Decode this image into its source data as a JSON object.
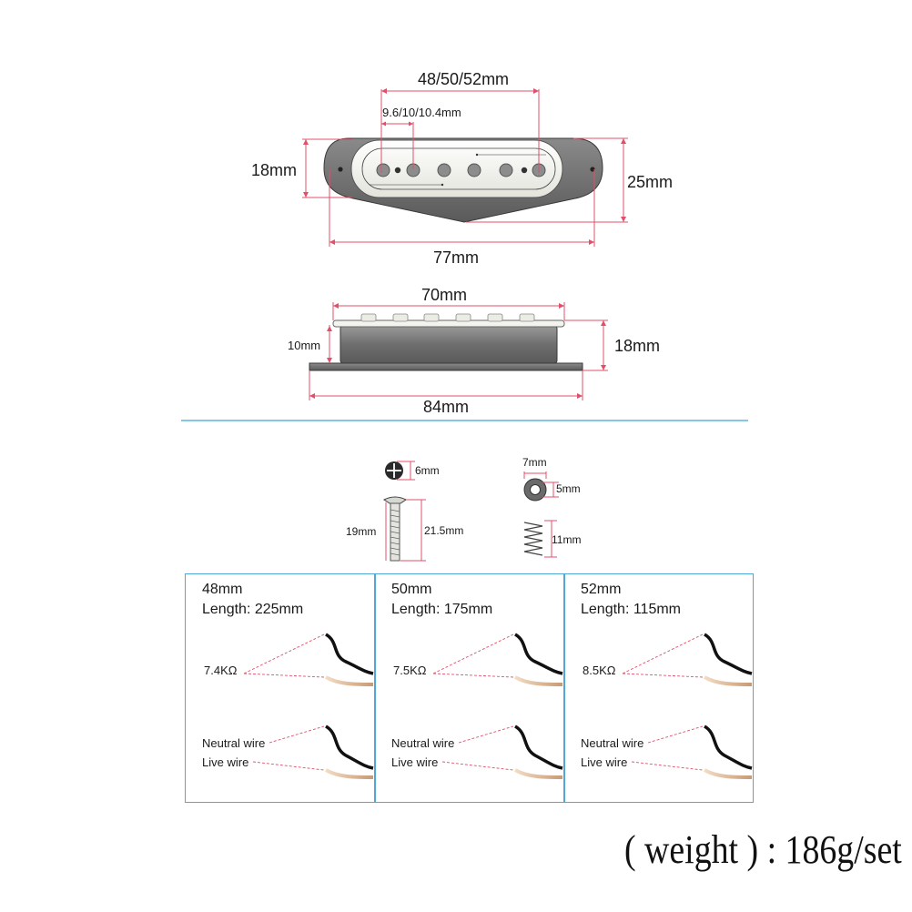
{
  "top_view": {
    "pole_span": "48/50/52mm",
    "pole_spacing": "9.6/10/10.4mm",
    "cover_height": "18mm",
    "base_height": "25mm",
    "overall_length": "77mm"
  },
  "side_view": {
    "cover_length": "70mm",
    "body_height": "10mm",
    "total_height": "18mm",
    "base_length": "84mm"
  },
  "hardware": {
    "screw_head": "6mm",
    "screw_shaft": "19mm",
    "screw_total": "21.5mm",
    "tube_width": "7mm",
    "tube_height": "5mm",
    "spring_length": "11mm"
  },
  "panels": [
    {
      "size": "48mm",
      "length": "Length: 225mm",
      "resistance": "7.4KΩ",
      "neutral": "Neutral wire",
      "live": "Live wire"
    },
    {
      "size": "50mm",
      "length": "Length: 175mm",
      "resistance": "7.5KΩ",
      "neutral": "Neutral wire",
      "live": "Live wire"
    },
    {
      "size": "52mm",
      "length": "Length: 115mm",
      "resistance": "8.5KΩ",
      "neutral": "Neutral wire",
      "live": "Live wire"
    }
  ],
  "weight_text": "( weight ) : 186g/set",
  "colors": {
    "dimension_line": "#e0506a",
    "divider": "#3aa8d8",
    "panel_border": "#4fa9d8",
    "baseplate": "#707070",
    "cover": "#f2f2ec"
  }
}
